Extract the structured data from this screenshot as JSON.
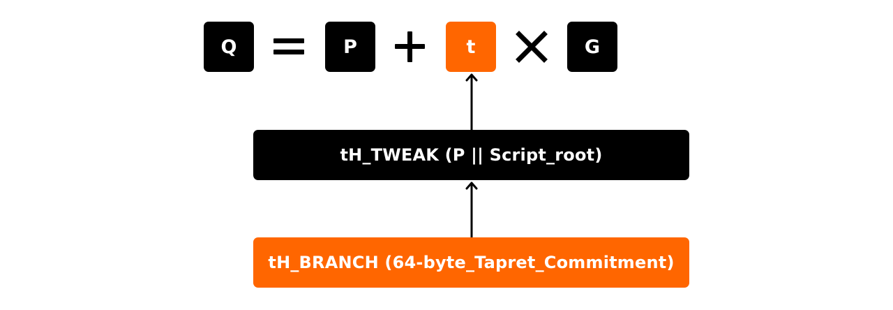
{
  "equation": {
    "result": "Q",
    "point": "P",
    "tweak": "t",
    "generator": "G"
  },
  "tweak_hash": {
    "label": "tH_TWEAK (P || Script_root)"
  },
  "branch_hash": {
    "label": "tH_BRANCH (64-byte_Tapret_Commitment)"
  },
  "colors": {
    "dark": "#000000",
    "accent": "#ff6600",
    "text": "#ffffff"
  }
}
